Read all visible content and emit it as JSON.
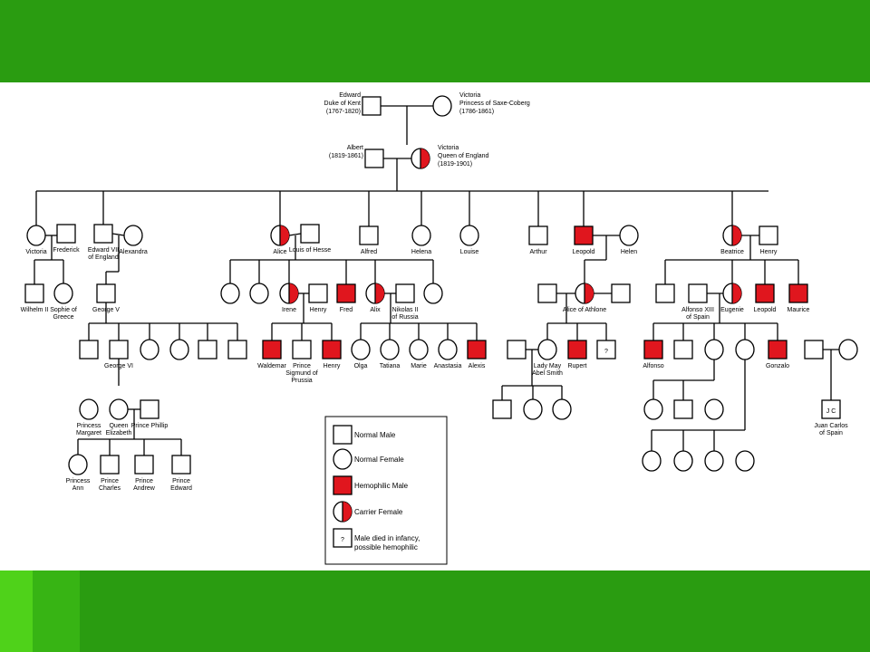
{
  "colors": {
    "band_green": "#2a9c11",
    "strip_light": "#4fd21a",
    "strip_mid": "#37b414",
    "hemophilic_red": "#e0161e",
    "line": "#000000"
  },
  "individuals": [
    {
      "id": "edward_kent",
      "sex": "male",
      "status": "normal",
      "label": [
        "Edward",
        "Duke of Kent",
        "(1767-1820)"
      ]
    },
    {
      "id": "victoria_saxe",
      "sex": "female",
      "status": "normal",
      "label": [
        "Victoria",
        "Princess of Saxe-Coberg",
        "(1786-1861)"
      ]
    },
    {
      "id": "albert",
      "sex": "male",
      "status": "normal",
      "label": [
        "Albert",
        "(1819-1861)"
      ]
    },
    {
      "id": "victoria_queen",
      "sex": "female",
      "status": "carrier",
      "label": [
        "Victoria",
        "Queen of England",
        "(1819-1901)"
      ]
    },
    {
      "id": "victoria_daughter",
      "sex": "female",
      "status": "normal",
      "label": [
        "Victoria"
      ]
    },
    {
      "id": "frederick",
      "sex": "male",
      "status": "normal",
      "label": [
        "Frederick"
      ]
    },
    {
      "id": "edward_vii",
      "sex": "male",
      "status": "normal",
      "label": [
        "Edward VII",
        "of England"
      ]
    },
    {
      "id": "alexandra",
      "sex": "female",
      "status": "normal",
      "label": [
        "Alexandra"
      ]
    },
    {
      "id": "alice",
      "sex": "female",
      "status": "carrier",
      "label": [
        "Alice"
      ]
    },
    {
      "id": "louis_hesse",
      "sex": "male",
      "status": "normal",
      "label": [
        "Louis of Hesse"
      ]
    },
    {
      "id": "alfred",
      "sex": "male",
      "status": "normal",
      "label": [
        "Alfred"
      ]
    },
    {
      "id": "helena",
      "sex": "female",
      "status": "normal",
      "label": [
        "Helena"
      ]
    },
    {
      "id": "louise",
      "sex": "female",
      "status": "normal",
      "label": [
        "Louise"
      ]
    },
    {
      "id": "arthur",
      "sex": "male",
      "status": "normal",
      "label": [
        "Arthur"
      ]
    },
    {
      "id": "leopold",
      "sex": "male",
      "status": "hemophilic",
      "label": [
        "Leopold"
      ]
    },
    {
      "id": "helen",
      "sex": "female",
      "status": "normal",
      "label": [
        "Helen"
      ]
    },
    {
      "id": "beatrice",
      "sex": "female",
      "status": "carrier",
      "label": [
        "Beatrice"
      ]
    },
    {
      "id": "henry_b",
      "sex": "male",
      "status": "normal",
      "label": [
        "Henry"
      ]
    },
    {
      "id": "wilhelm",
      "sex": "male",
      "status": "normal",
      "label": [
        "Wilhelm II"
      ]
    },
    {
      "id": "sophie",
      "sex": "female",
      "status": "normal",
      "label": [
        "Sophie of",
        "Greece"
      ]
    },
    {
      "id": "george_v",
      "sex": "male",
      "status": "normal",
      "label": [
        "George V"
      ]
    },
    {
      "id": "alice_f1",
      "sex": "female",
      "status": "normal",
      "label": []
    },
    {
      "id": "alice_f2",
      "sex": "female",
      "status": "normal",
      "label": []
    },
    {
      "id": "irene",
      "sex": "female",
      "status": "carrier",
      "label": [
        "Irene"
      ]
    },
    {
      "id": "henry_i",
      "sex": "male",
      "status": "normal",
      "label": [
        "Henry"
      ]
    },
    {
      "id": "fred",
      "sex": "male",
      "status": "hemophilic",
      "label": [
        "Fred"
      ]
    },
    {
      "id": "alix",
      "sex": "female",
      "status": "carrier",
      "label": [
        "Alix"
      ]
    },
    {
      "id": "nikolas",
      "sex": "male",
      "status": "normal",
      "label": [
        "Nikolas II",
        "of Russia"
      ]
    },
    {
      "id": "alice_f3",
      "sex": "female",
      "status": "normal",
      "label": []
    },
    {
      "id": "leo_spouse",
      "sex": "male",
      "status": "normal",
      "label": []
    },
    {
      "id": "alice_athlone",
      "sex": "female",
      "status": "carrier",
      "label": [
        "Alice of Athlone"
      ]
    },
    {
      "id": "leo_son",
      "sex": "male",
      "status": "normal",
      "label": []
    },
    {
      "id": "bea_son1",
      "sex": "male",
      "status": "normal",
      "label": []
    },
    {
      "id": "alfonso_xiii",
      "sex": "male",
      "status": "normal",
      "label": [
        "Alfonso XIII",
        "of Spain"
      ]
    },
    {
      "id": "eugenie",
      "sex": "female",
      "status": "carrier",
      "label": [
        "Eugenie"
      ]
    },
    {
      "id": "leopold_b",
      "sex": "male",
      "status": "hemophilic",
      "label": [
        "Leopold"
      ]
    },
    {
      "id": "maurice",
      "sex": "male",
      "status": "hemophilic",
      "label": [
        "Maurice"
      ]
    },
    {
      "id": "gv_m1",
      "sex": "male",
      "status": "normal",
      "label": []
    },
    {
      "id": "george_vi",
      "sex": "male",
      "status": "normal",
      "label": [
        "George VI"
      ]
    },
    {
      "id": "gv_f1",
      "sex": "female",
      "status": "normal",
      "label": []
    },
    {
      "id": "gv_f2",
      "sex": "female",
      "status": "normal",
      "label": []
    },
    {
      "id": "gv_m2",
      "sex": "male",
      "status": "normal",
      "label": []
    },
    {
      "id": "gv_m3",
      "sex": "male",
      "status": "normal",
      "label": []
    },
    {
      "id": "waldemar",
      "sex": "male",
      "status": "hemophilic",
      "label": [
        "Waldemar"
      ]
    },
    {
      "id": "prince_sigmund",
      "sex": "male",
      "status": "normal",
      "label": [
        "Prince",
        "Sigmund of",
        "Prussia"
      ]
    },
    {
      "id": "henry_h",
      "sex": "male",
      "status": "hemophilic",
      "label": [
        "Henry"
      ]
    },
    {
      "id": "olga",
      "sex": "female",
      "status": "normal",
      "label": [
        "Olga"
      ]
    },
    {
      "id": "tatiana",
      "sex": "female",
      "status": "normal",
      "label": [
        "Tatiana"
      ]
    },
    {
      "id": "marie",
      "sex": "female",
      "status": "normal",
      "label": [
        "Marie"
      ]
    },
    {
      "id": "anastasia",
      "sex": "female",
      "status": "normal",
      "label": [
        "Anastasia"
      ]
    },
    {
      "id": "alexis",
      "sex": "male",
      "status": "hemophilic",
      "label": [
        "Alexis"
      ]
    },
    {
      "id": "abel_smith_m",
      "sex": "male",
      "status": "normal",
      "label": []
    },
    {
      "id": "lady_may",
      "sex": "female",
      "status": "normal",
      "label": [
        "Lady May",
        "Abel Smith"
      ]
    },
    {
      "id": "rupert",
      "sex": "male",
      "status": "hemophilic",
      "label": [
        "Rupert"
      ]
    },
    {
      "id": "athlone_unknown",
      "sex": "male",
      "status": "unknown",
      "label": []
    },
    {
      "id": "alfonso",
      "sex": "male",
      "status": "hemophilic",
      "label": [
        "Alfonso"
      ]
    },
    {
      "id": "spain_m1",
      "sex": "male",
      "status": "normal",
      "label": []
    },
    {
      "id": "spain_f1",
      "sex": "female",
      "status": "normal",
      "label": []
    },
    {
      "id": "spain_f2",
      "sex": "female",
      "status": "normal",
      "label": []
    },
    {
      "id": "gonzalo",
      "sex": "male",
      "status": "hemophilic",
      "label": [
        "Gonzalo"
      ]
    },
    {
      "id": "spain_m2",
      "sex": "male",
      "status": "normal",
      "label": []
    },
    {
      "id": "spain_f3",
      "sex": "female",
      "status": "normal",
      "label": []
    },
    {
      "id": "princess_margaret",
      "sex": "female",
      "status": "normal",
      "label": [
        "Princess",
        "Margaret"
      ]
    },
    {
      "id": "queen_elizabeth",
      "sex": "female",
      "status": "normal",
      "label": [
        "Queen",
        "Elizabeth"
      ]
    },
    {
      "id": "prince_phillip",
      "sex": "male",
      "status": "normal",
      "label": [
        "Prince Phillip"
      ]
    },
    {
      "id": "lm_m1",
      "sex": "male",
      "status": "normal",
      "label": []
    },
    {
      "id": "lm_f1",
      "sex": "female",
      "status": "normal",
      "label": []
    },
    {
      "id": "lm_f2",
      "sex": "female",
      "status": "normal",
      "label": []
    },
    {
      "id": "sf1_f1",
      "sex": "female",
      "status": "normal",
      "label": []
    },
    {
      "id": "sf1_m1",
      "sex": "male",
      "status": "normal",
      "label": []
    },
    {
      "id": "sf1_f2",
      "sex": "female",
      "status": "normal",
      "label": []
    },
    {
      "id": "juan_carlos",
      "sex": "male",
      "status": "normal",
      "label": [
        "Juan Carlos",
        "of Spain"
      ],
      "inner_label": "J C"
    },
    {
      "id": "princess_ann",
      "sex": "female",
      "status": "normal",
      "label": [
        "Princess",
        "Ann"
      ]
    },
    {
      "id": "prince_charles",
      "sex": "male",
      "status": "normal",
      "label": [
        "Prince",
        "Charles"
      ]
    },
    {
      "id": "prince_andrew",
      "sex": "male",
      "status": "normal",
      "label": [
        "Prince",
        "Andrew"
      ]
    },
    {
      "id": "prince_edward",
      "sex": "male",
      "status": "normal",
      "label": [
        "Prince",
        "Edward"
      ]
    },
    {
      "id": "sf2_f1",
      "sex": "female",
      "status": "normal",
      "label": []
    },
    {
      "id": "sf2_f2",
      "sex": "female",
      "status": "normal",
      "label": []
    },
    {
      "id": "sf2_f3",
      "sex": "female",
      "status": "normal",
      "label": []
    },
    {
      "id": "sf2_f4",
      "sex": "female",
      "status": "normal",
      "label": []
    }
  ],
  "unknown_mark": "?",
  "legend": {
    "items": [
      {
        "symbol": "male-normal",
        "text": [
          "Normal Male"
        ]
      },
      {
        "symbol": "female-normal",
        "text": [
          "Normal Female"
        ]
      },
      {
        "symbol": "male-hemophilic",
        "text": [
          "Hemophilic Male"
        ]
      },
      {
        "symbol": "female-carrier",
        "text": [
          "Carrier Female"
        ]
      },
      {
        "symbol": "male-unknown",
        "text": [
          "Male died in infancy,",
          "possible hemophilic"
        ]
      }
    ]
  }
}
